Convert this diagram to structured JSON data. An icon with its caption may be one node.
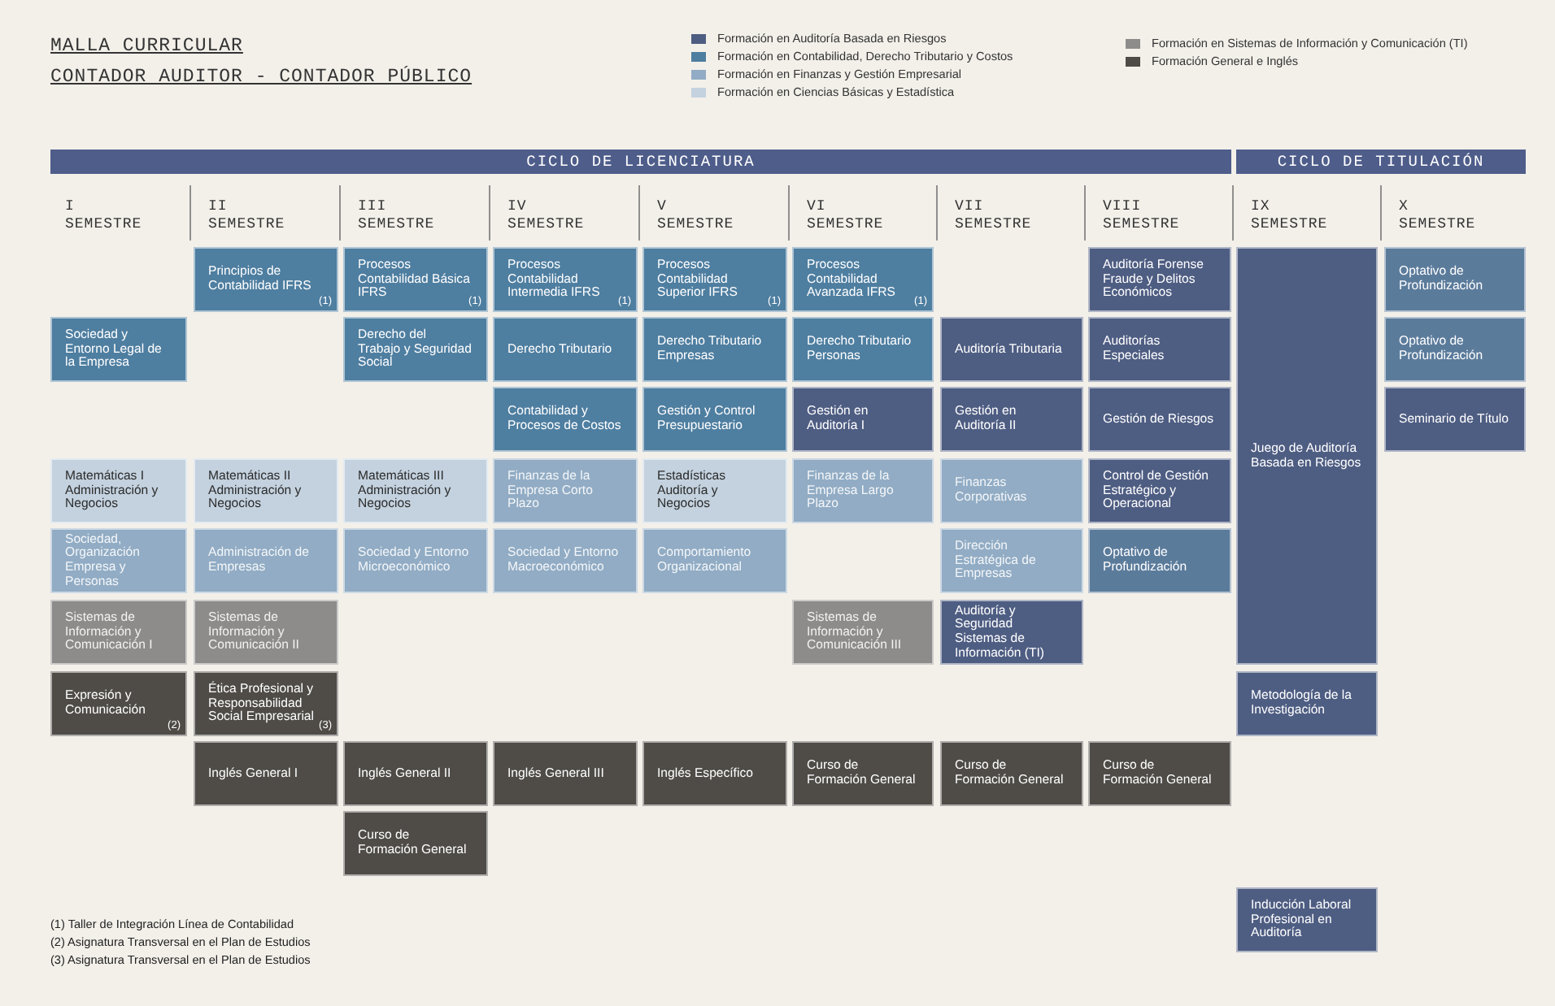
{
  "diagram": {
    "title": "MALLA CURRICULAR",
    "nodes": [
      {
        "text": [
          "CICLO DE LICENCIATURA"
        ]
      },
      {
        "text": [
          "CICLO DE TITULACIÓN"
        ]
      },
      {
        "text": [
          "Principios de Contabilidad IFRS",
          "(1)"
        ]
      },
      {
        "text": [
          "Procesos Contabilidad Básica IFRS",
          "(1)"
        ]
      },
      {
        "text": [
          "Procesos Contabilidad Intermedia IFRS",
          "(1)"
        ]
      },
      {
        "text": [
          "Procesos Contabilidad Superior IFRS",
          "(1)"
        ]
      },
      {
        "text": [
          "Procesos Contabilidad Avanzada IFRS",
          "(1)"
        ]
      },
      {
        "text": [
          "Auditoría Forense Fraude y Delitos Económicos"
        ]
      },
      {
        "text": [
          "Juego de Auditoría Basada en Riesgos"
        ]
      },
      {
        "text": [
          "Optativo de Profundización"
        ]
      },
      {
        "text": [
          "Sociedad y Entorno Legal de la Empresa"
        ]
      },
      {
        "text": [
          "Derecho del Trabajo y Seguridad Social"
        ]
      },
      {
        "text": [
          "Derecho Tributario"
        ]
      },
      {
        "text": [
          "Derecho Tributario Empresas"
        ]
      },
      {
        "text": [
          "Derecho Tributario Personas"
        ]
      },
      {
        "text": [
          "Auditoría Tributaria"
        ]
      },
      {
        "text": [
          "Auditorías Especiales"
        ]
      },
      {
        "text": [
          "Optativo de Profundización"
        ]
      },
      {
        "text": [
          "Contabilidad y Procesos de Costos"
        ]
      },
      {
        "text": [
          "Gestión y Control Presupuestario"
        ]
      },
      {
        "text": [
          "Gestión en Auditoría I"
        ]
      },
      {
        "text": [
          "Gestión en Auditoría II"
        ]
      },
      {
        "text": [
          "Gestión de Riesgos"
        ]
      },
      {
        "text": [
          "Seminario de Título"
        ]
      },
      {
        "text": [
          "Matemáticas I Administración y Negocios"
        ]
      },
      {
        "text": [
          "Matemáticas II Administración y Negocios"
        ]
      },
      {
        "text": [
          "Matemáticas III Administración y Negocios"
        ]
      },
      {
        "text": [
          "Finanzas de la Empresa Corto Plazo"
        ]
      },
      {
        "text": [
          "Estadísticas Auditoría y Negocios"
        ]
      },
      {
        "text": [
          "Finanzas de la Empresa Largo Plazo"
        ]
      },
      {
        "text": [
          "Finanzas Corporativas"
        ]
      },
      {
        "text": [
          "Control de Gestión Estratégico y Operacional"
        ]
      },
      {
        "text": [
          "Sociedad, Organización Empresa y Personas"
        ]
      },
      {
        "text": [
          "Administración de Empresas"
        ]
      },
      {
        "text": [
          "Sociedad y Entorno Microeconómico"
        ]
      },
      {
        "text": [
          "Sociedad y Entorno Macroeconómico"
        ]
      },
      {
        "text": [
          "Comportamiento Organizacional"
        ]
      },
      {
        "text": [
          "Dirección Estratégica de Empresas"
        ]
      },
      {
        "text": [
          "Optativo de Profundización"
        ]
      },
      {
        "text": [
          "Sistemas de Información y Comunicación I"
        ]
      },
      {
        "text": [
          "Sistemas de Información y Comunicación II"
        ]
      },
      {
        "text": [
          "Sistemas de Información y Comunicación III"
        ]
      },
      {
        "text": [
          "Auditoría y Seguridad Sistemas de Información (TI)"
        ]
      },
      {
        "text": [
          "Expresión y Comunicación",
          "(2)"
        ]
      },
      {
        "text": [
          "Ética Profesional y Responsabilidad Social Empresarial",
          "(3)"
        ]
      },
      {
        "text": [
          "Metodología de la Investigación"
        ]
      },
      {
        "text": [
          "Inglés General I"
        ]
      },
      {
        "text": [
          "Inglés General II"
        ]
      },
      {
        "text": [
          "Inglés General III"
        ]
      },
      {
        "text": [
          "Inglés Específico"
        ]
      },
      {
        "text": [
          "Curso de Formación General"
        ]
      },
      {
        "text": [
          "Curso de Formación General"
        ]
      },
      {
        "text": [
          "Curso de Formación General"
        ]
      },
      {
        "text": [
          "Curso de Formación General"
        ]
      },
      {
        "text": [
          "Inducción Laboral Profesional en Auditoría"
        ]
      }
    ],
    "labels": [
      "CONTADOR AUDITOR - CONTADOR PÚBLICO",
      "I SEMESTRE",
      "II SEMESTRE",
      "III SEMESTRE",
      "IV SEMESTRE",
      "V SEMESTRE",
      "VI SEMESTRE",
      "VII SEMESTRE",
      "VIII SEMESTRE",
      "IX SEMESTRE",
      "X SEMESTRE",
      "(1) Taller de Integración Línea de Contabilidad",
      "(2) Asignatura Transversal en el Plan de Estudios",
      "(3) Asignatura Transversal en el Plan de Estudios"
    ],
    "legend": [
      {
        "text": "Formación en Auditoría Basada en Riesgos",
        "color": "#4e5d82"
      },
      {
        "text": "Formación en Contabilidad, Derecho Tributario y Costos",
        "color": "#4e7ea0"
      },
      {
        "text": "Formación en Finanzas y Gestión Empresarial",
        "color": "#91acc4"
      },
      {
        "text": "Formación en Ciencias Básicas y Estadística",
        "color": "#c4d2df"
      },
      {
        "text": "Formación en Sistemas de Información y Comunicación (TI)",
        "color": "#8e8c8a"
      },
      {
        "text": "Formación General e Inglés",
        "color": "#4f4c48"
      }
    ]
  }
}
